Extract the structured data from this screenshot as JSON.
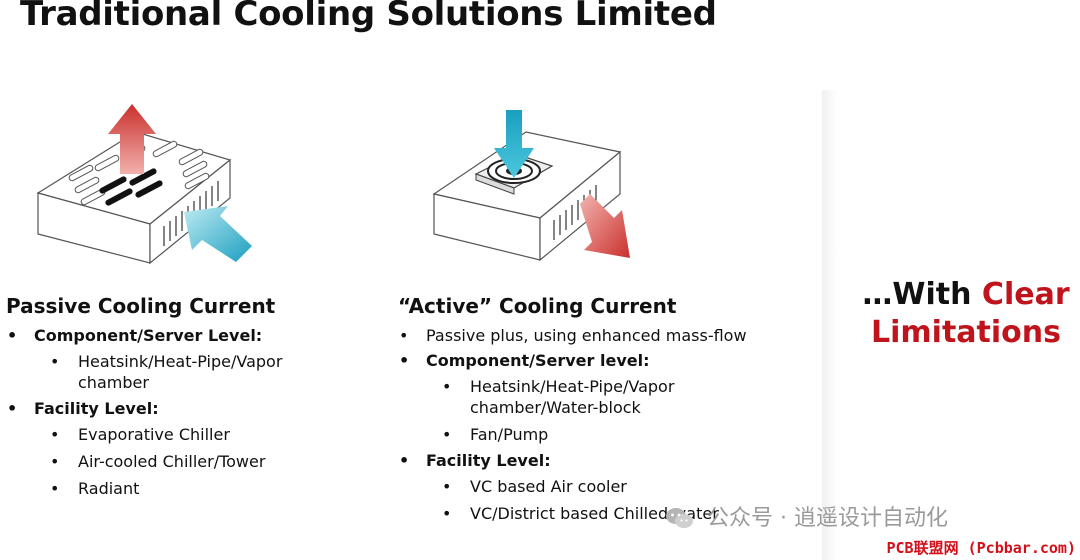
{
  "slide": {
    "title": "Traditional Cooling Solutions Limited"
  },
  "passive": {
    "heading": "Passive Cooling Current",
    "items": [
      {
        "label": "Component/Server Level:",
        "sub": [
          "Heatsink/Heat-Pipe/Vapor chamber"
        ]
      },
      {
        "label": "Facility Level:",
        "sub": [
          "Evaporative Chiller",
          "Air-cooled Chiller/Tower",
          "Radiant"
        ]
      }
    ]
  },
  "active": {
    "heading": "“Active” Cooling Current",
    "items": [
      {
        "label": "Passive plus, using enhanced mass-flow",
        "sub": []
      },
      {
        "label": "Component/Server level:",
        "sub": [
          "Heatsink/Heat-Pipe/Vapor chamber/Water-block",
          "Fan/Pump"
        ]
      },
      {
        "label": "Facility Level:",
        "sub": [
          "VC based Air cooler",
          "VC/District based Chilled water"
        ]
      }
    ]
  },
  "callout": {
    "prefix": "…With ",
    "highlight": "Clear",
    "line2": "Limitations"
  },
  "watermark": {
    "text": "公众号 · 逍遥设计自动化"
  },
  "footer": {
    "text": "PCB联盟网 (Pcbbar.com)"
  },
  "colors": {
    "accent_red": "#c0141c",
    "arrow_red": "#d9534f",
    "arrow_blue": "#2bb5d0"
  },
  "icons": [
    "passive-heatsink-illustration",
    "active-fan-illustration",
    "wechat-icon"
  ]
}
